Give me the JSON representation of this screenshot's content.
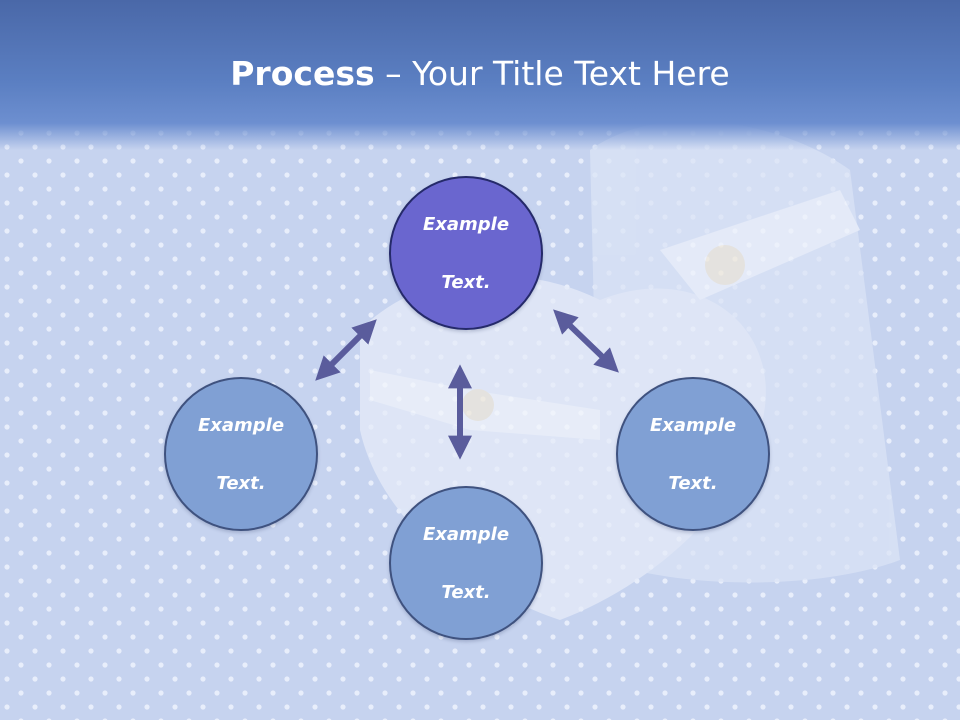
{
  "slide": {
    "title_bold": "Process",
    "title_rest": " – Your Title Text Here"
  },
  "nodes": {
    "top": {
      "line1": "Example",
      "line2": "Text."
    },
    "left": {
      "line1": "Example",
      "line2": "Text."
    },
    "right": {
      "line1": "Example",
      "line2": "Text."
    },
    "bottom": {
      "line1": "Example",
      "line2": "Text."
    }
  },
  "colors": {
    "header": "#5b7fc2",
    "node_highlight": "#6a66cf",
    "node_default": "#80a0d4",
    "arrow": "#5a5c9c",
    "background": "#c9d6f0"
  }
}
